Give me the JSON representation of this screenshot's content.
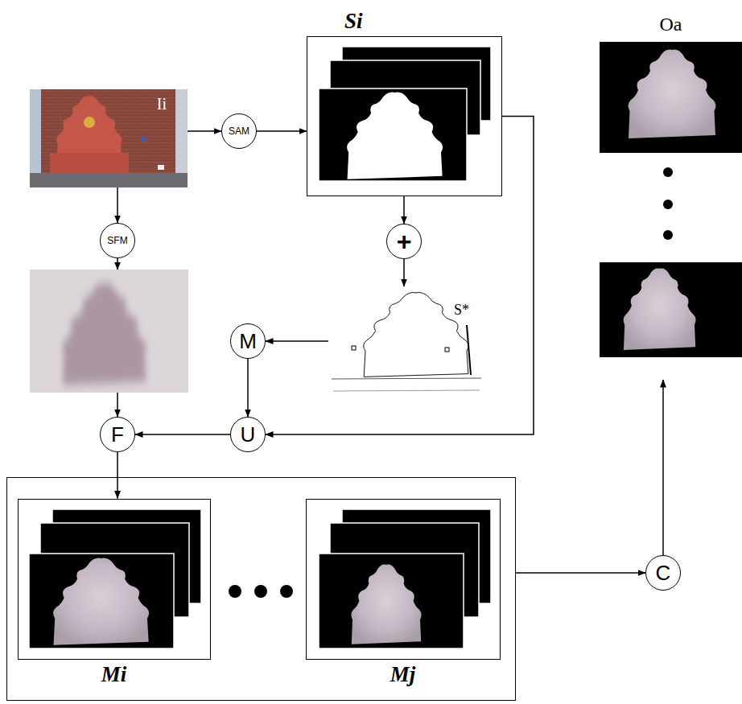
{
  "diagram": {
    "nodes": [
      {
        "text": [
          "Ii"
        ]
      },
      {
        "text": [
          "SAM"
        ]
      },
      {
        "text": [
          "Si"
        ]
      },
      {
        "text": [
          "SFM"
        ]
      },
      {
        "text": [
          "+"
        ]
      },
      {
        "text": [
          "S*"
        ]
      },
      {
        "text": [
          "M"
        ]
      },
      {
        "text": []
      },
      {
        "text": [
          "U"
        ]
      },
      {
        "text": [
          "F"
        ]
      },
      {
        "text": []
      },
      {
        "text": [
          "Mi"
        ],
        "in": 10
      },
      {
        "text": [
          "Mj"
        ],
        "in": 10
      },
      {
        "text": [
          "C"
        ]
      },
      {
        "text": [
          "Oa"
        ]
      }
    ],
    "edges": [
      {
        "from": 0,
        "to": 1,
        "arrow": "to"
      },
      {
        "from": 1,
        "to": 2,
        "arrow": "to"
      },
      {
        "from": 0,
        "to": 3,
        "arrow": "to"
      },
      {
        "from": 3,
        "to": 7,
        "arrow": "to"
      },
      {
        "from": 2,
        "to": 4,
        "arrow": "to"
      },
      {
        "from": 4,
        "to": 5,
        "arrow": "to"
      },
      {
        "from": 5,
        "to": 6,
        "arrow": "to"
      },
      {
        "from": 6,
        "to": 8,
        "arrow": "to"
      },
      {
        "from": 2,
        "to": 8,
        "arrow": "to"
      },
      {
        "from": 8,
        "to": 9,
        "arrow": "to"
      },
      {
        "from": 7,
        "to": 9,
        "arrow": "to"
      },
      {
        "from": 9,
        "to": 11,
        "arrow": "to"
      },
      {
        "from": 10,
        "to": 13,
        "arrow": "to"
      },
      {
        "from": 13,
        "to": 14,
        "arrow": "to"
      }
    ]
  }
}
